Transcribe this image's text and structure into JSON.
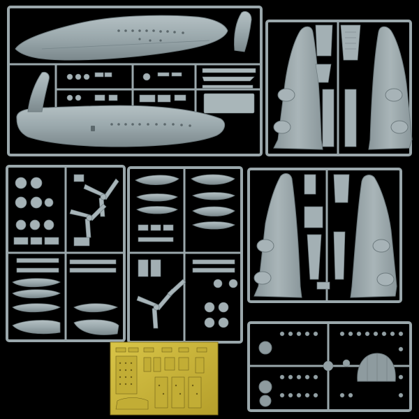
{
  "image": {
    "subject": "",
    "background_color": "#000000"
  },
  "colors": {
    "plastic": "#98a7ab",
    "plastic_light": "#b6c2c5",
    "plastic_dark": "#6f7c80",
    "photo_etch": "#c9b43a",
    "photo_etch_dark": "#6e5f16",
    "clear_parts": "#8c989c"
  },
  "sprues": [
    {
      "name": "sprue-fuselage",
      "label": ""
    },
    {
      "name": "sprue-wings-upper-right",
      "label": ""
    },
    {
      "name": "sprue-small-parts-left",
      "label": ""
    },
    {
      "name": "sprue-small-parts-center",
      "label": ""
    },
    {
      "name": "sprue-wings-middle-right",
      "label": ""
    },
    {
      "name": "sprue-detail-bottom-right",
      "label": ""
    },
    {
      "name": "photo-etch-fret",
      "label": ""
    }
  ]
}
